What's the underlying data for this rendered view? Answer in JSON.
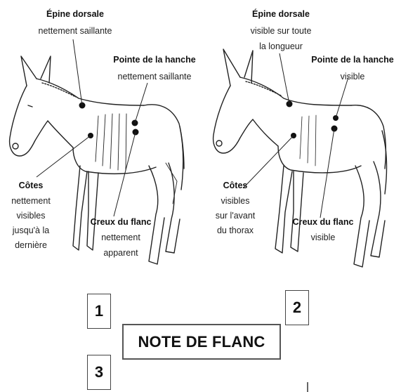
{
  "left_donkey": {
    "spine_title": "Épine dorsale",
    "spine_desc": "nettement saillante",
    "hip_title": "Pointe de la hanche",
    "hip_desc": "nettement saillante",
    "ribs_title": "Côtes",
    "ribs_desc": [
      "nettement",
      "visibles",
      "jusqu'à la",
      "dernière"
    ],
    "flank_title": "Creux du flanc",
    "flank_desc": [
      "nettement",
      "apparent"
    ]
  },
  "right_donkey": {
    "spine_title": "Épine dorsale",
    "spine_desc": [
      "visible sur toute",
      "la longueur"
    ],
    "hip_title": "Pointe de la hanche",
    "hip_desc": "visible",
    "ribs_title": "Côtes",
    "ribs_desc": [
      "visibles",
      "sur l'avant",
      "du thorax"
    ],
    "flank_title": "Creux du flanc",
    "flank_desc": "visible"
  },
  "score_boxes": [
    "1",
    "2",
    "3"
  ],
  "title": "NOTE DE FLANC"
}
